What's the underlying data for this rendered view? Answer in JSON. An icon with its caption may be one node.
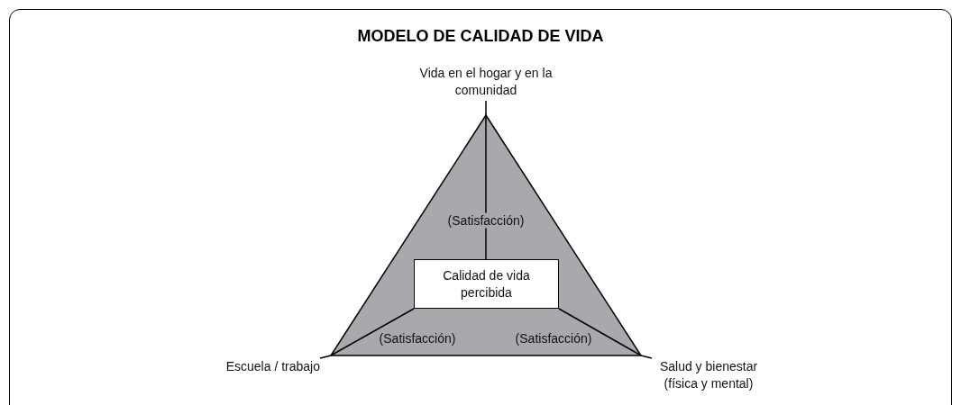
{
  "diagram": {
    "title": "MODELO DE CALIDAD DE VIDA",
    "nodes": [
      {
        "text": [
          "Vida en el hogar y en la comunidad"
        ]
      },
      {
        "text": [
          "Escuela / trabajo"
        ]
      },
      {
        "text": [
          "Salud y bienestar (física y mental)"
        ]
      },
      {
        "text": [
          "Calidad de vida percibida"
        ]
      }
    ],
    "edges": [
      {
        "from": 0,
        "to": 3,
        "arrow": "none",
        "label": "(Satisfacción)"
      },
      {
        "from": 1,
        "to": 3,
        "arrow": "none",
        "label": "(Satisfacción)"
      },
      {
        "from": 2,
        "to": 3,
        "arrow": "none",
        "label": "(Satisfacción)"
      }
    ]
  }
}
